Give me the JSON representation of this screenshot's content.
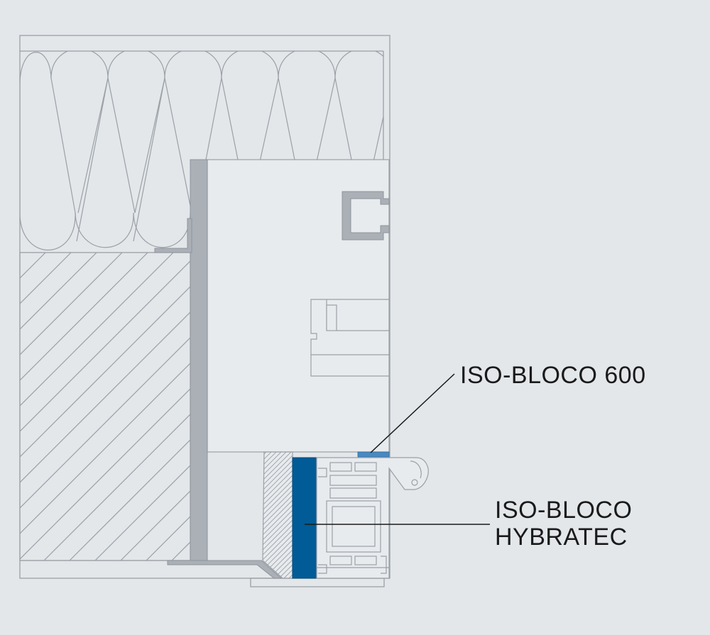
{
  "diagram": {
    "labels": {
      "iso_bloco_600": "ISO-BLOCO 600",
      "iso_bloco_hybratec_line1": "ISO-BLOCO",
      "iso_bloco_hybratec_line2": "HYBRATEC"
    },
    "colors": {
      "background": "#e3e7ea",
      "outline": "#9aa0a6",
      "fill_light": "#e8ebee",
      "profile_grey": "#aab0b6",
      "profile_dark": "#8e959c",
      "hybratec_blue": "#005b96",
      "iso600_blue": "#4a88c0",
      "leader": "#1a1a1a"
    }
  }
}
